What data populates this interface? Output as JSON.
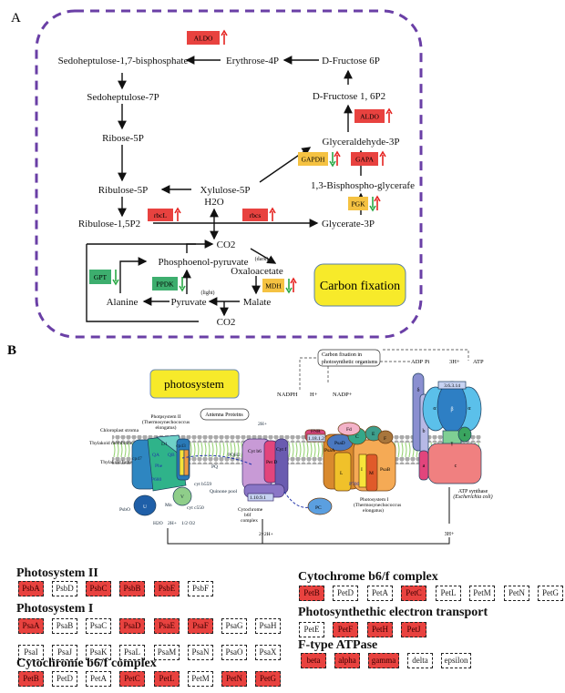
{
  "panel_a": {
    "label": "A",
    "metabolites": {
      "sedo17": "Sedoheptulose-1,7-bisphosphate",
      "ery4p": "Erythrose-4P",
      "dfru6p": "D-Fructose 6P",
      "sedo7p": "Sedoheptulose-7P",
      "dfru16p2": "D-Fructose 1, 6P2",
      "ribose5p": "Ribose-5P",
      "g3p": "Glyceraldehyde-3P",
      "ribulose5p": "Ribulose-5P",
      "xylulose5p": "Xylulose-5P",
      "bpg": "1,3-Bisphospho-glycerafe",
      "h2o": "H2O",
      "rubp": "Ribulose-1,5P2",
      "glycerate3p": "Glycerate-3P",
      "co2_top": "CO2",
      "pep": "Phosphoenol-pyruvate",
      "dark": "(dark)",
      "oaa": "Oxaloacetate",
      "light": "(light)",
      "alanine": "Alanine",
      "pyruvate": "Pyruvate",
      "malate": "Malate",
      "co2_bottom": "CO2"
    },
    "enzymes": {
      "aldo1": {
        "name": "ALDO",
        "color": "#e8423f",
        "regulation": [
          "up"
        ]
      },
      "aldo2": {
        "name": "ALDO",
        "color": "#e8423f",
        "regulation": [
          "up"
        ]
      },
      "gapdh": {
        "name": "GAPDH",
        "color": "#f5c242",
        "regulation": [
          "down",
          "up"
        ]
      },
      "gapa": {
        "name": "GAPA",
        "color": "#e8423f",
        "regulation": [
          "up"
        ]
      },
      "pgk": {
        "name": "PGK",
        "color": "#f5c242",
        "regulation": [
          "down",
          "up"
        ]
      },
      "rbcl": {
        "name": "rbcL",
        "color": "#e8423f",
        "regulation": [
          "up"
        ]
      },
      "rbcs": {
        "name": "rbcs",
        "color": "#e8423f",
        "regulation": [
          "up"
        ]
      },
      "gpt": {
        "name": "GPT",
        "color": "#3dae6e",
        "regulation": [
          "down"
        ]
      },
      "ppdk": {
        "name": "PPDK",
        "color": "#3dae6e",
        "regulation": [
          "down"
        ]
      },
      "mdh": {
        "name": "MDH",
        "color": "#f5c242",
        "regulation": [
          "down",
          "up"
        ]
      }
    },
    "pathway_label": "Carbon fixation",
    "colors": {
      "border": "#6a3fa6",
      "up": "#e52421",
      "down": "#2aa845",
      "label_box": "#f7ea2a"
    }
  },
  "panel_b": {
    "label": "B",
    "pathway_label": "photosystem",
    "diagram": {
      "carbon_fixation": "Carbon fixation in photosynthetic organisms",
      "carbon_fixation_l1": "Carbon fixation in",
      "carbon_fixation_l2": "photosynthetic organisms",
      "nadph": "NADPH",
      "h_plus": "H+",
      "nadp": "NADP+",
      "adp": "ADP",
      "pi": "Pi",
      "h3": "3H+",
      "atp": "ATP",
      "antenna": "Antenna Proteins",
      "ps2_l1": "Photpsystem II",
      "ps2_l2": "(Thermosynechococcus",
      "ps2_l3": "elongatus)",
      "stroma": "Chloroplast stroma",
      "membrane": "Thylakoid membrane",
      "lumen": "Thylakoid lumen",
      "h2_top": "2H+",
      "cp47": "cp47",
      "cp43": "cp43",
      "d1": "D1",
      "qa": "QA",
      "qb": "QB",
      "pheo": "Phe",
      "p680": "P680",
      "psbo": "PsbO",
      "u": "U",
      "v": "V",
      "mn": "Mn",
      "h2o": "H2O",
      "h2": "2H+",
      "o2": "1/2 O2",
      "cyt_b559": "cyt b559",
      "cyt_c550": "cyt c550",
      "pq": "PQ",
      "pqh2": "PQH2",
      "quinone": "Quinone pool",
      "cyt_b6": "Cyt b6",
      "pet_d": "Pet D",
      "cyt_f": "Cyt f",
      "ec_cyt": "1.10.9.1",
      "cyt_complex_l1": "Cytochrome",
      "cyt_complex_l2": "b6f",
      "cyt_complex_l3": "complex",
      "h2x2": "2×2H+",
      "pc": "PC",
      "fnr": "FNR",
      "ec_fnr": "1.18.1.2",
      "fd": "Fd",
      "psaa": "PsaA",
      "psad": "PsaD",
      "psab": "PsaB",
      "c": "C",
      "e": "E",
      "f": "F",
      "l": "L",
      "i": "I",
      "m": "M",
      "p700": "P700",
      "ps1_l1": "Photosystem I",
      "ps1_l2": "(Thermosynechococcus",
      "ps1_l3": "elongatus)",
      "delta": "δ",
      "alpha": "α",
      "beta": "β",
      "gamma": "γ",
      "epsilon": "ε",
      "b": "b",
      "a": "a",
      "c_ring": "c",
      "ec_atp": "3.6.3.14",
      "atp_synthase_l1": "ATP synthase",
      "atp_synthase_l2": "(Escherichia coli)",
      "h3_bottom": "3H+"
    },
    "gene_groups": [
      {
        "title": "Photosystem II",
        "genes": [
          {
            "name": "PsbA",
            "hit": true
          },
          {
            "name": "PsbD",
            "hit": false
          },
          {
            "name": "PsbC",
            "hit": true
          },
          {
            "name": "PsbB",
            "hit": true
          },
          {
            "name": "PsbE",
            "hit": true
          },
          {
            "name": "PsbF",
            "hit": false
          }
        ]
      },
      {
        "title": "Photosystem I",
        "genes": [
          {
            "name": "PsaA",
            "hit": true
          },
          {
            "name": "PsaB",
            "hit": false
          },
          {
            "name": "PsaC",
            "hit": false
          },
          {
            "name": "PsaD",
            "hit": true
          },
          {
            "name": "PsaE",
            "hit": true
          },
          {
            "name": "PsaF",
            "hit": true
          },
          {
            "name": "PsaG",
            "hit": false
          },
          {
            "name": "PsaH",
            "hit": false
          },
          {
            "name": "PsaI",
            "hit": false
          },
          {
            "name": "PsaJ",
            "hit": false
          },
          {
            "name": "PsaK",
            "hit": false
          },
          {
            "name": "PsaL",
            "hit": false
          },
          {
            "name": "PsaM",
            "hit": false
          },
          {
            "name": "PsaN",
            "hit": false
          },
          {
            "name": "PsaO",
            "hit": false
          },
          {
            "name": "PsaX",
            "hit": false
          }
        ]
      },
      {
        "title": "Cytochrome b6/f complex",
        "genes": [
          {
            "name": "PetB",
            "hit": true
          },
          {
            "name": "PetD",
            "hit": false
          },
          {
            "name": "PetA",
            "hit": false
          },
          {
            "name": "PetC",
            "hit": true
          },
          {
            "name": "PetL",
            "hit": true
          },
          {
            "name": "PetM",
            "hit": false
          },
          {
            "name": "PetN",
            "hit": true
          },
          {
            "name": "PetG",
            "hit": true
          }
        ]
      },
      {
        "title": "Cytochrome b6/f complex",
        "genes": [
          {
            "name": "PetB",
            "hit": true
          },
          {
            "name": "PetD",
            "hit": false
          },
          {
            "name": "PetA",
            "hit": false
          },
          {
            "name": "PetC",
            "hit": true
          },
          {
            "name": "PetL",
            "hit": false
          },
          {
            "name": "PetM",
            "hit": false
          },
          {
            "name": "PetN",
            "hit": false
          },
          {
            "name": "PetG",
            "hit": false
          }
        ]
      },
      {
        "title": "Photosynthethic electron transport",
        "genes": [
          {
            "name": "PetE",
            "hit": false
          },
          {
            "name": "PetF",
            "hit": true
          },
          {
            "name": "PetH",
            "hit": true
          },
          {
            "name": "PetJ",
            "hit": true
          }
        ]
      },
      {
        "title": "F-type ATPase",
        "genes": [
          {
            "name": "beta",
            "hit": true
          },
          {
            "name": "alpha",
            "hit": true
          },
          {
            "name": "gamma",
            "hit": true
          },
          {
            "name": "delta",
            "hit": false
          },
          {
            "name": "epsilon",
            "hit": false
          }
        ]
      }
    ],
    "colors": {
      "hit": "#e8423f",
      "label_box": "#f7ea2a"
    }
  }
}
